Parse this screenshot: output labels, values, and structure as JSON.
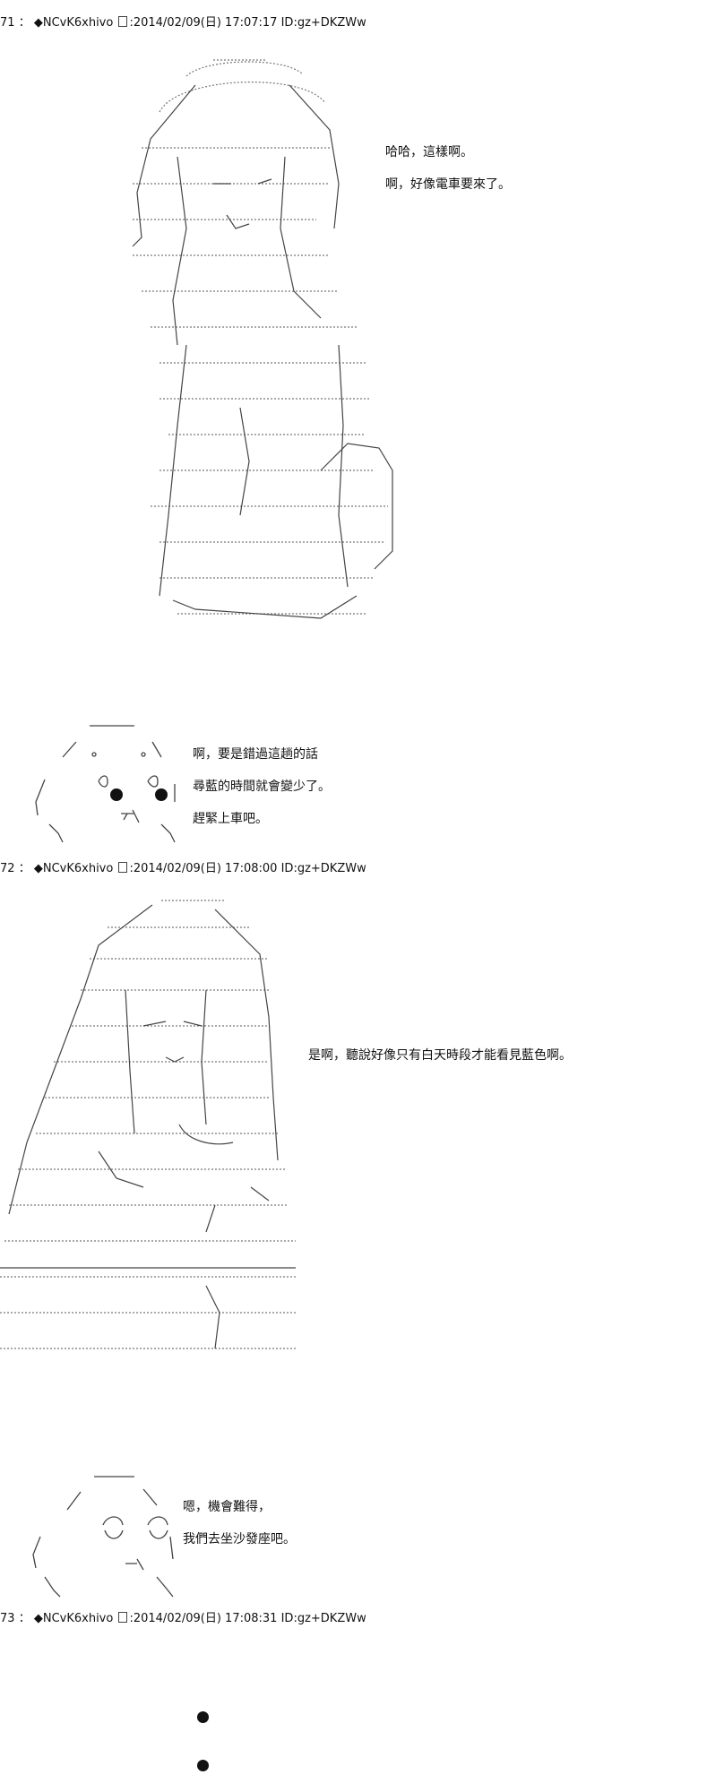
{
  "posts": [
    {
      "number": "71",
      "separator": "：",
      "name": "◆NCvK6xhivo",
      "date": ":2014/02/09(日) 17:07:17",
      "id": "ID:gz+DKZWw",
      "dialogue_top": [
        "哈哈，這樣啊。",
        "啊，好像電車要來了。"
      ],
      "dialogue_bottom": [
        "啊，要是錯過這趟的話",
        "尋藍的時間就會變少了。",
        "趕緊上車吧。"
      ]
    },
    {
      "number": "72",
      "separator": "：",
      "name": "◆NCvK6xhivo",
      "date": ":2014/02/09(日) 17:08:00",
      "id": "ID:gz+DKZWw",
      "dialogue_top": [
        "是啊，聽說好像只有白天時段才能看見藍色啊。"
      ],
      "dialogue_bottom": [
        "嗯，機會難得，",
        "我們去坐沙發座吧。"
      ]
    },
    {
      "number": "73",
      "separator": "：",
      "name": "◆NCvK6xhivo",
      "date": ":2014/02/09(日) 17:08:31",
      "id": "ID:gz+DKZWw"
    }
  ],
  "colors": {
    "text": "#111111",
    "art": "#555555",
    "background": "#ffffff"
  }
}
